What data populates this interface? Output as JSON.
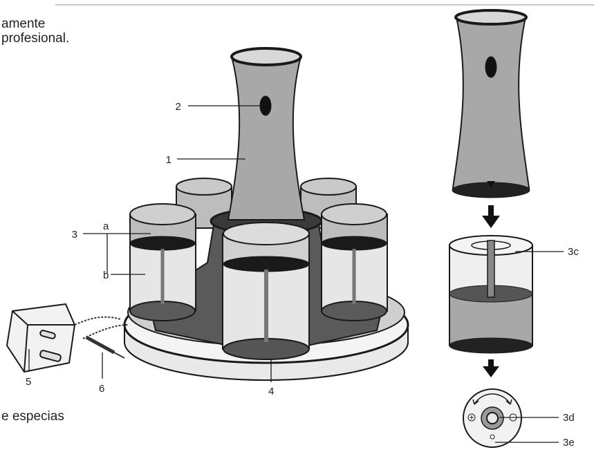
{
  "text_fragments": {
    "line1": "amente",
    "line2": "profesional.",
    "footer": "e especias"
  },
  "callouts": {
    "c1": "1",
    "c2": "2",
    "c3": "3",
    "ca": "a",
    "cb": "b",
    "c4": "4",
    "c5": "5",
    "c6": "6",
    "c3c": "3c",
    "c3d": "3d",
    "c3e": "3e"
  },
  "colors": {
    "outline": "#1a1a1a",
    "mid_gray": "#a8a8a8",
    "light_gray": "#cfcfcf",
    "dark_gray": "#555555",
    "base_white": "#ececec"
  }
}
